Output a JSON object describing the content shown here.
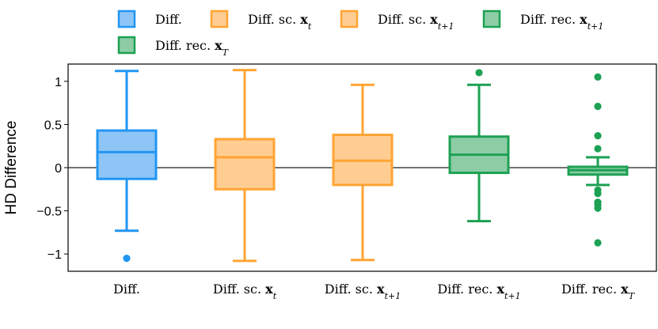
{
  "chart_data": {
    "type": "box",
    "ylabel": "HD Difference",
    "ylim": [
      -1.2,
      1.2
    ],
    "yticks": [
      {
        "value": 1,
        "label": "1"
      },
      {
        "value": 0.5,
        "label": "0.5"
      },
      {
        "value": 0,
        "label": "0"
      },
      {
        "value": -0.5,
        "label": "−0.5"
      },
      {
        "value": -1,
        "label": "−1"
      }
    ],
    "zero_line": 0,
    "legend_position": "top",
    "series": [
      {
        "name": "Diff.",
        "category_label": "Diff.",
        "color": "#2196F3",
        "fill": "#8EC5F7",
        "whisker_low": -0.73,
        "q1": -0.13,
        "median": 0.18,
        "q3": 0.43,
        "whisker_high": 1.12,
        "outliers": [
          -1.05
        ]
      },
      {
        "name": "Diff. sc. x_t",
        "category_label": "Diff. sc. x_t",
        "color": "#FFA433",
        "fill": "#FFCD91",
        "whisker_low": -1.08,
        "q1": -0.25,
        "median": 0.12,
        "q3": 0.33,
        "whisker_high": 1.13,
        "outliers": []
      },
      {
        "name": "Diff. sc. x_{t+1}",
        "category_label": "Diff. sc. x_{t+1}",
        "color": "#FFA433",
        "fill": "#FFCD91",
        "whisker_low": -1.07,
        "q1": -0.2,
        "median": 0.08,
        "q3": 0.38,
        "whisker_high": 0.96,
        "outliers": []
      },
      {
        "name": "Diff. rec. x_{t+1}",
        "category_label": "Diff. rec. x_{t+1}",
        "color": "#1DA154",
        "fill": "#8DCDA6",
        "whisker_low": -0.62,
        "q1": -0.06,
        "median": 0.15,
        "q3": 0.36,
        "whisker_high": 0.96,
        "outliers": [
          1.1
        ]
      },
      {
        "name": "Diff. rec. x_T",
        "category_label": "Diff. rec. x_T",
        "color": "#1DA154",
        "fill": "#8DCDA6",
        "whisker_low": -0.2,
        "q1": -0.08,
        "median": -0.03,
        "q3": 0.01,
        "whisker_high": 0.12,
        "outliers": [
          1.05,
          0.71,
          0.37,
          0.22,
          -0.26,
          -0.3,
          -0.4,
          -0.43,
          -0.47,
          -0.87
        ]
      }
    ]
  }
}
